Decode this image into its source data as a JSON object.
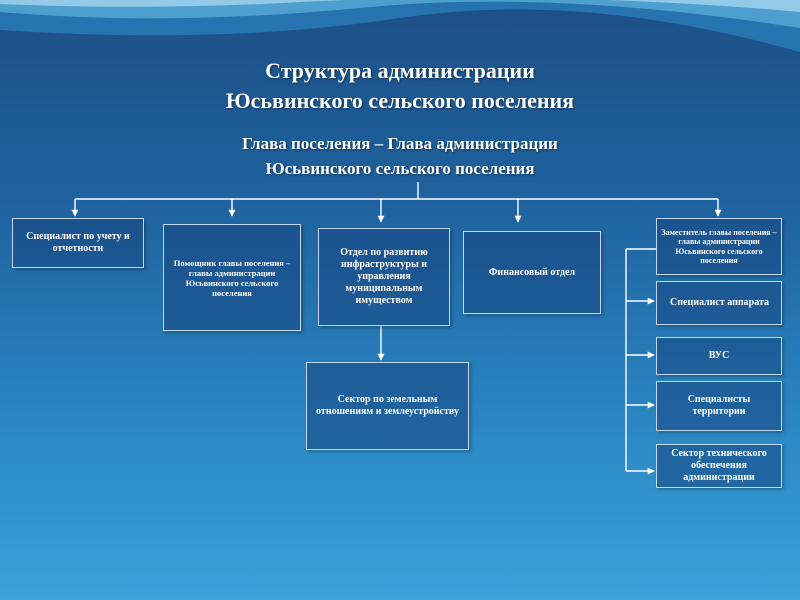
{
  "title": {
    "line1": "Структура  администрации",
    "line2": "Юсьвинского сельского поселения"
  },
  "head": {
    "line1": "Глава поселения – Глава администрации",
    "line2": "Юсьвинского сельского поселения"
  },
  "nodes": {
    "accounting": "Специалист по учету и отчетности",
    "assistant": "Помощник главы поселения – главы администрации Юсьвинского сельского поселения",
    "infra": "Отдел по развитию инфраструктуры и управления муниципальным имуществом",
    "land": "Сектор по земельным отношениям и землеустройству",
    "finance": "Финансовый отдел",
    "deputy": "Заместитель главы поселения – главы администрации Юсьвинского сельского поселения",
    "apparatus": "Специалист аппарата",
    "vus": "ВУС",
    "territory": "Специалисты территории",
    "tech": "Сектор технического обеспечения администрации"
  },
  "colors": {
    "background_top": "#1d4f86",
    "background_bottom": "#3aa3d8",
    "text": "#ffffff",
    "box_border": "#c4d8ec",
    "connector": "#ffffff"
  }
}
